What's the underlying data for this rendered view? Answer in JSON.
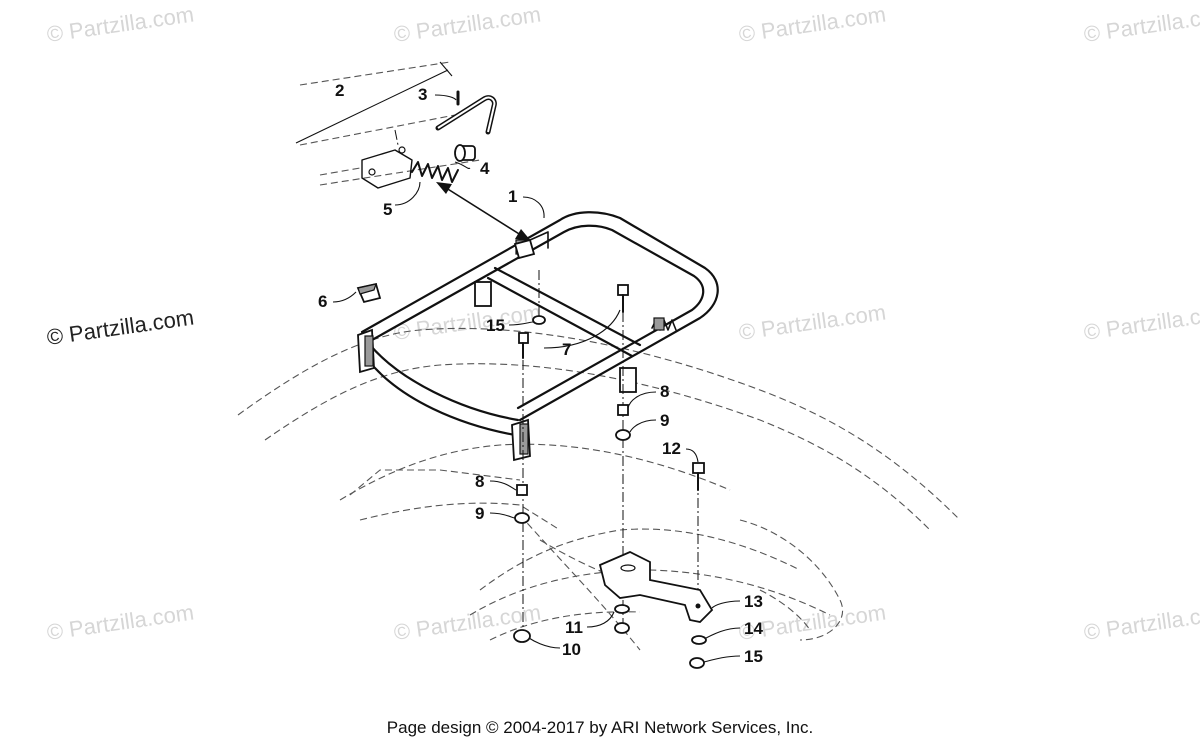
{
  "watermark": {
    "text": "© Partzilla.com",
    "primary_text": "© Partzilla.com"
  },
  "callouts": [
    "1",
    "2",
    "3",
    "4",
    "5",
    "6",
    "7",
    "8",
    "8",
    "9",
    "9",
    "10",
    "11",
    "12",
    "13",
    "14",
    "15",
    "15"
  ],
  "footer": {
    "text": "Page design © 2004-2017 by ARI Network Services, Inc."
  },
  "colors": {
    "background": "#ffffff",
    "line": "#111111",
    "watermark": "#d6d6d6"
  }
}
